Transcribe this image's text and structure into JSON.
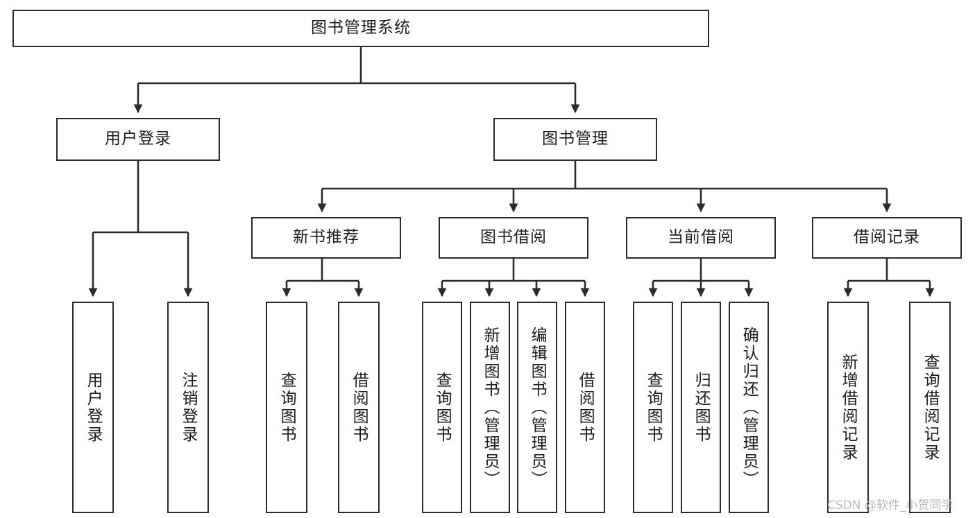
{
  "diagram": {
    "title": "图书管理系统",
    "watermark": "CSDN @软件_小贺同学",
    "stroke_color": "#2b2b2b",
    "fill_color": "#ffffff",
    "text_color": "#1d1d1d",
    "watermark_color": "#b9b9b9"
  },
  "nodes": {
    "root": {
      "label": "图书管理系统"
    },
    "level2": [
      {
        "label": "用户登录"
      },
      {
        "label": "图书管理"
      }
    ],
    "level3": [
      {
        "label": "新书推荐"
      },
      {
        "label": "图书借阅"
      },
      {
        "label": "当前借阅"
      },
      {
        "label": "借阅记录"
      }
    ],
    "leaves": {
      "user_login": [
        {
          "label": "用户登录"
        },
        {
          "label": "注销登录"
        }
      ],
      "new_book": [
        {
          "label": "查询图书"
        },
        {
          "label": "借阅图书"
        }
      ],
      "borrow_book": [
        {
          "label": "查询图书"
        },
        {
          "label": "新增图书（管理员）"
        },
        {
          "label": "编辑图书（管理员）"
        },
        {
          "label": "借阅图书"
        }
      ],
      "current_borrow": [
        {
          "label": "查询图书"
        },
        {
          "label": "归还图书"
        },
        {
          "label": "确认归还（管理员）"
        }
      ],
      "borrow_record": [
        {
          "label": "新增借阅记录"
        },
        {
          "label": "查询借阅记录"
        }
      ]
    }
  }
}
